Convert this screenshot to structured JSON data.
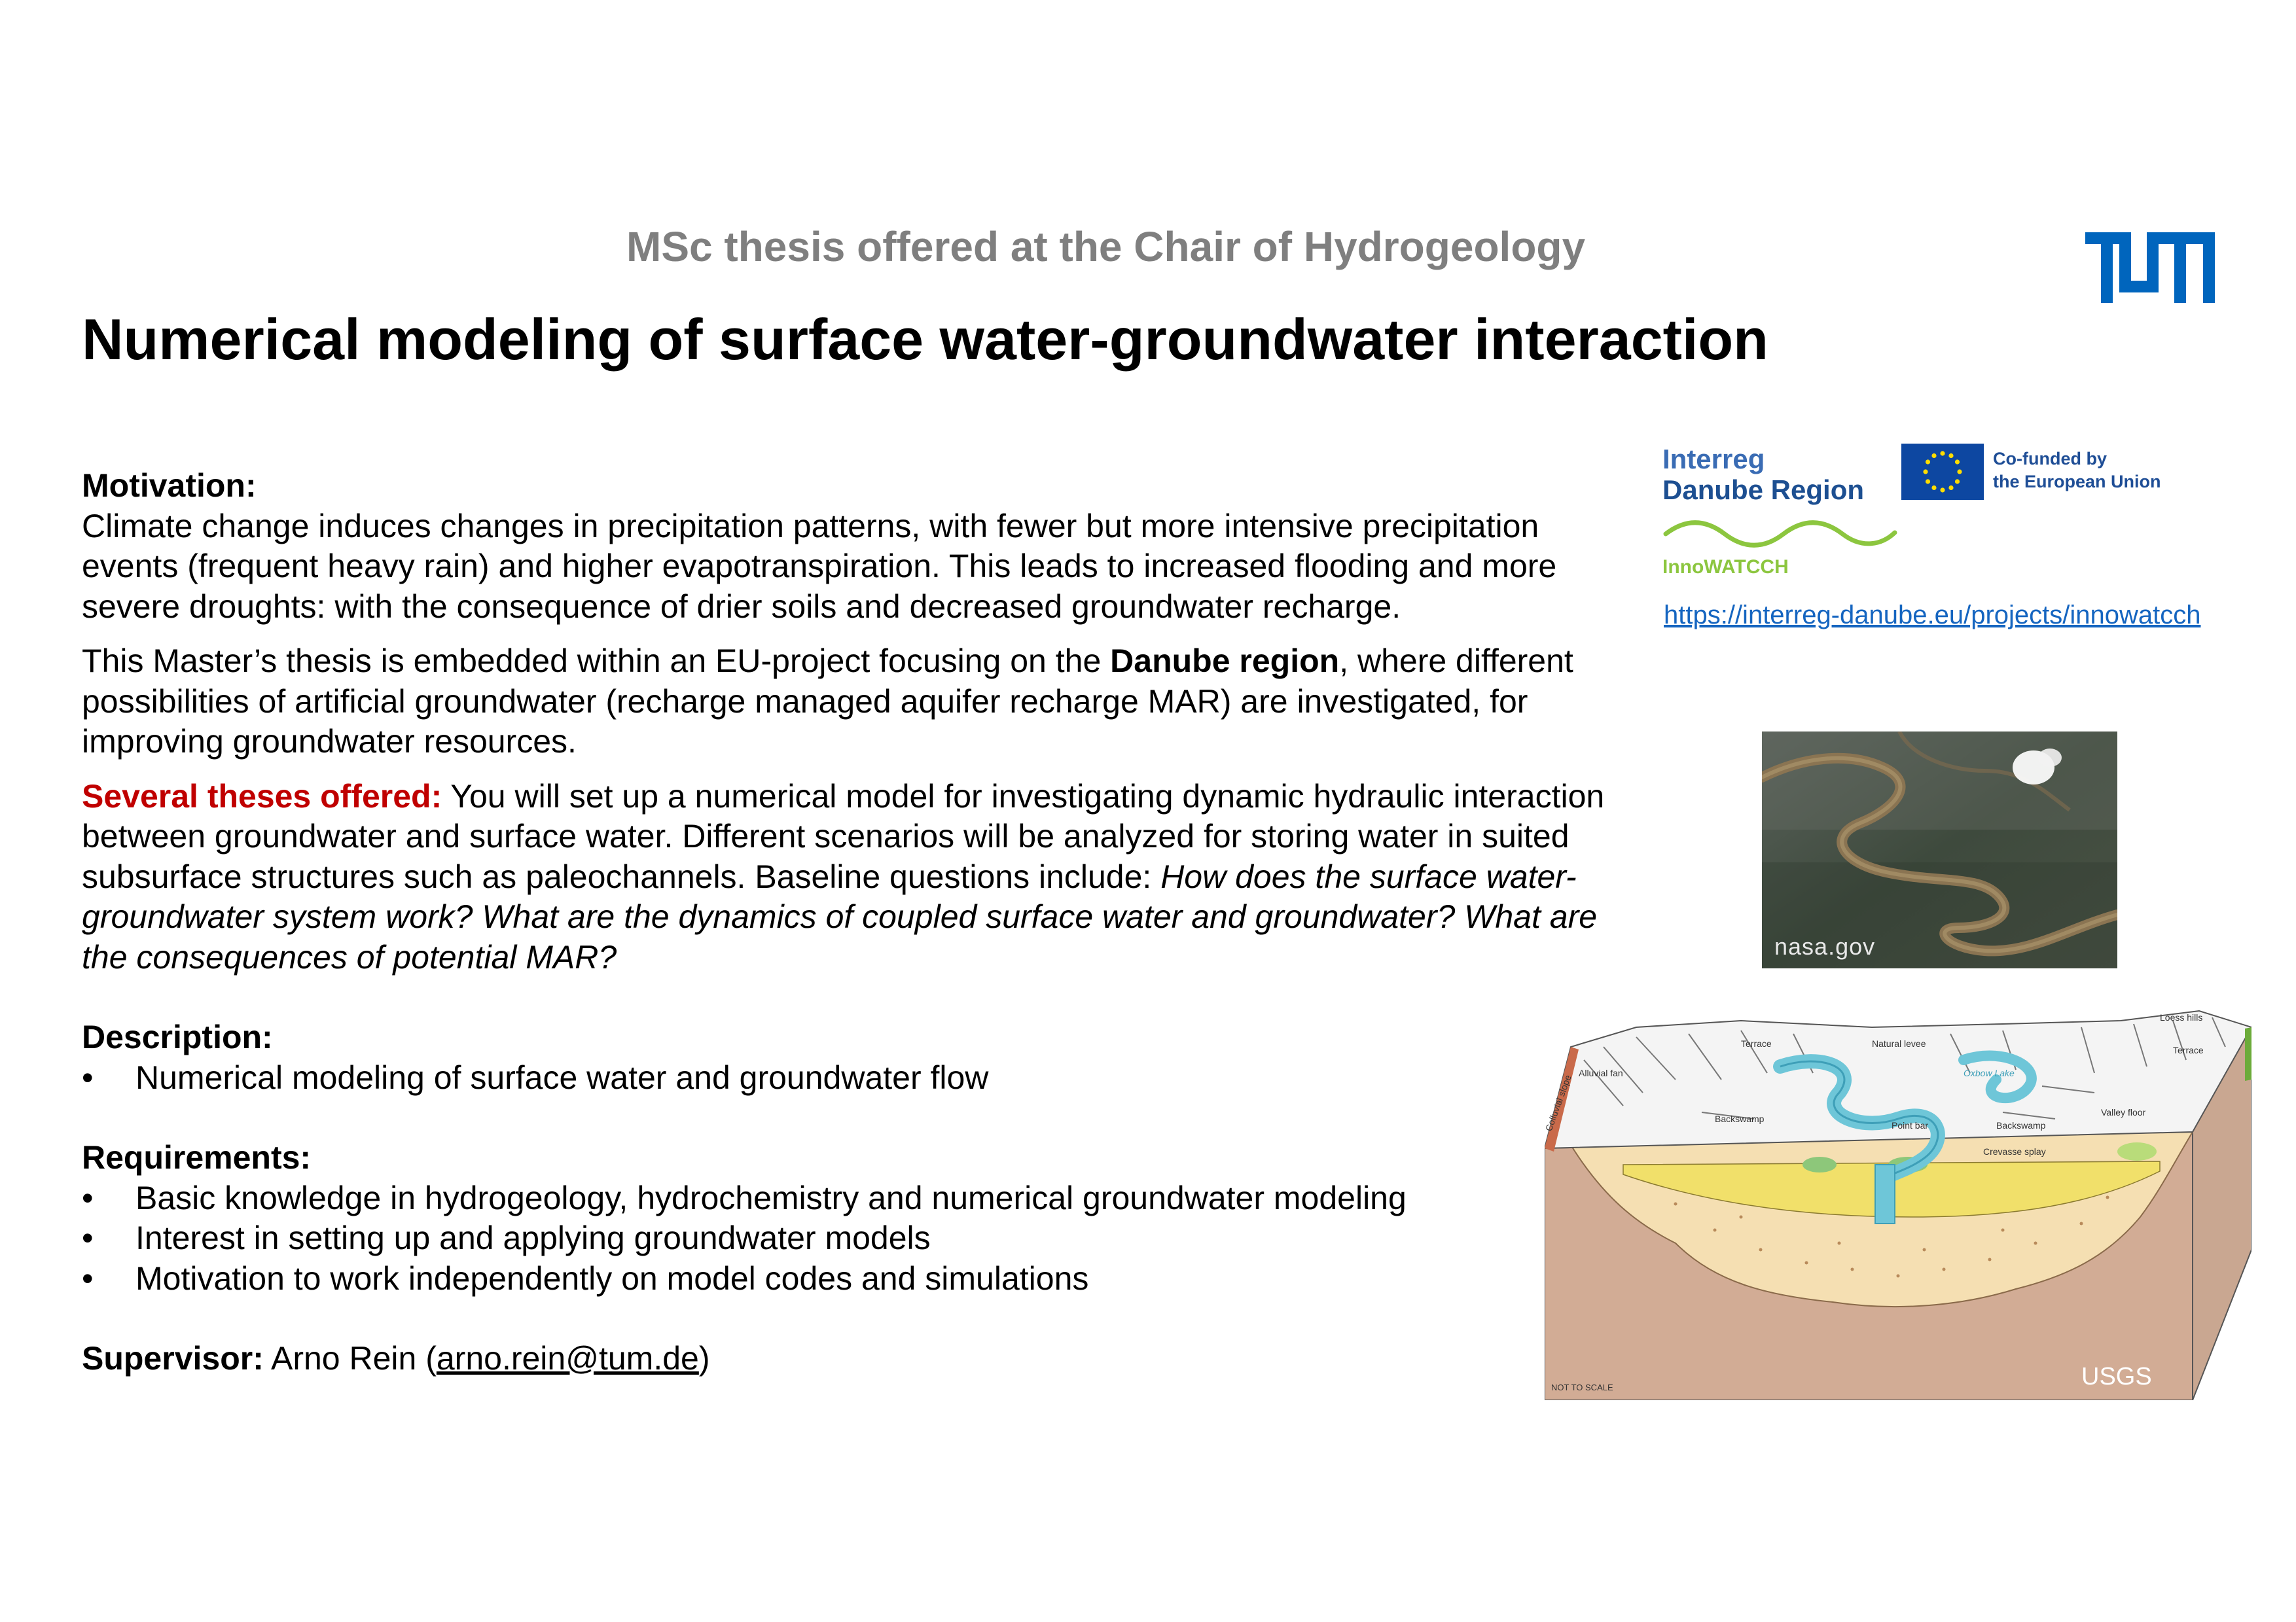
{
  "header": {
    "subtitle": "MSc thesis offered at the Chair of Hydrogeology",
    "title": "Numerical modeling of surface water-groundwater interaction",
    "logo_text": "TUM"
  },
  "motivation": {
    "heading": "Motivation:",
    "para1": "Climate change induces changes in precipitation patterns, with fewer but more intensive precipitation events (frequent heavy rain) and higher evapotranspiration. This leads to increased flooding and more severe droughts: with the consequence of drier soils and decreased groundwater recharge.",
    "para2_before": "This Master’s thesis is embedded within an EU-project focusing on the ",
    "para2_bold": "Danube region",
    "para2_after": ", where different possibilities of artificial groundwater (recharge managed aquifer recharge MAR) are investigated, for improving groundwater resources.",
    "para3_red": "Several theses offered:",
    "para3_text": " You will set up a numerical model for investigating dynamic hydraulic interaction between groundwater and surface water. Different scenarios will be analyzed for storing water in suited subsurface structures such as paleochannels. Baseline questions include: ",
    "para3_italic": "How does the surface water-groundwater system work? What are the dynamics of coupled surface water and groundwater? What are the consequences of potential MAR?"
  },
  "description": {
    "heading": "Description:",
    "items": [
      "Numerical modeling of surface water and groundwater flow"
    ]
  },
  "requirements": {
    "heading": "Requirements:",
    "items": [
      "Basic knowledge in hydrogeology, hydrochemistry and numerical groundwater modeling",
      "Interest in setting up and applying groundwater models",
      "Motivation to work independently on model codes and simulations"
    ]
  },
  "bullet_char": "•",
  "supervisor": {
    "label": "Supervisor:",
    "name": " Arno Rein (",
    "email": "arno.rein@tum.de",
    "close": ")"
  },
  "partners": {
    "interreg_line1": "Interreg",
    "interreg_line2": "Danube Region",
    "cofunded_line1": "Co-funded by",
    "cofunded_line2": "the European Union",
    "project_name": "InnoWATCCH",
    "link": "https://interreg-danube.eu/projects/innowatcch"
  },
  "images": {
    "satellite_credit": "nasa.gov",
    "diagram_credit": "USGS",
    "diagram_labels": {
      "terrace_left": "Terrace",
      "natural_levee": "Natural levee",
      "loess_hills": "Loess hills",
      "terrace_right": "Terrace",
      "alluvial_fan": "Alluvial fan",
      "colluvial_slope": "Colluvial slope",
      "oxbow_lake": "Oxbow Lake",
      "backswamp_left": "Backswamp",
      "point_bar": "Point bar",
      "backswamp_right": "Backswamp",
      "valley_floor": "Valley floor",
      "crevasse_splay": "Crevasse splay",
      "not_to_scale": "NOT TO SCALE"
    }
  },
  "colors": {
    "subtitle_gray": "#7f7f7f",
    "tum_blue": "#0065bd",
    "highlight_red": "#c00000",
    "link_blue": "#1565c0",
    "innowatcch_green": "#8cc63f"
  }
}
